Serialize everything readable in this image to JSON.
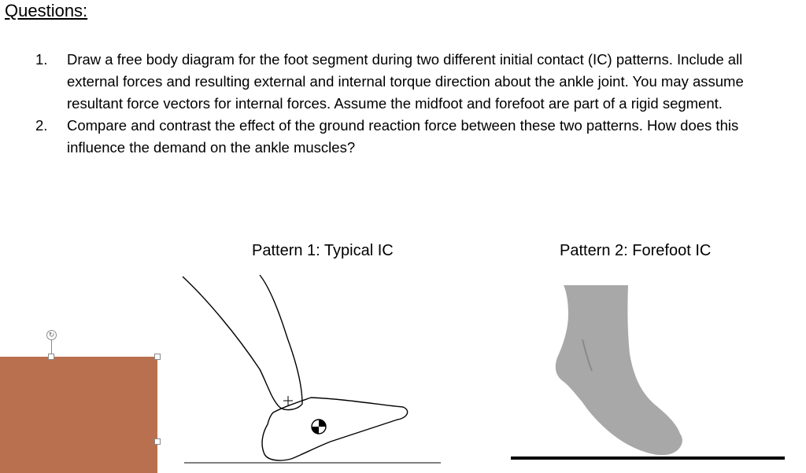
{
  "heading": "Questions:",
  "questions": [
    {
      "number": "1.",
      "text": "Draw a free body diagram for the foot segment during two different initial contact (IC) patterns. Include all external forces and resulting external and internal torque direction about the ankle joint. You may assume resultant force vectors for internal forces. Assume the midfoot and forefoot are part of a rigid segment."
    },
    {
      "number": "2.",
      "text": "Compare and contrast the effect of the ground reaction force between these two patterns. How does this influence the demand on the ankle muscles?"
    }
  ],
  "figures": {
    "pattern1_caption": "Pattern 1: Typical IC",
    "pattern2_caption": "Pattern 2: Forefoot IC"
  },
  "colors": {
    "selected_shape_fill": "#b9704e",
    "forefoot_fill": "#a8a8a8",
    "handle_border": "#8a8a8a"
  },
  "icons": {
    "rotate_handle": "rotate-icon",
    "ankle_joint_marker": "plus-icon",
    "center_of_mass_marker": "center-of-mass-icon"
  }
}
